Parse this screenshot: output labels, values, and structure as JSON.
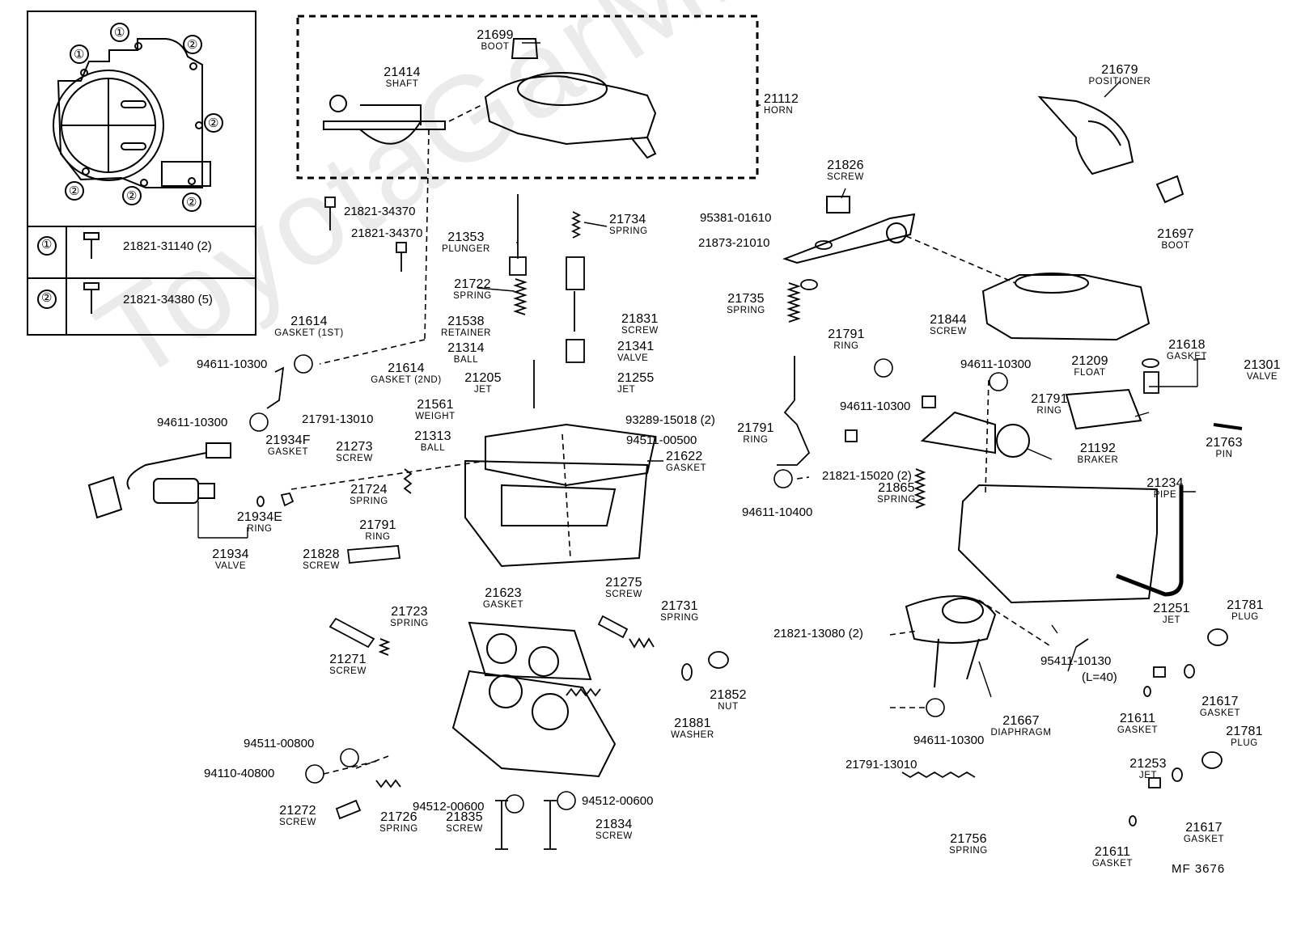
{
  "watermark": "ToyotaGarMine.ru",
  "drawing_code": "MF 3676",
  "inset": {
    "circle_1": "①",
    "circle_2": "②",
    "rows": [
      {
        "marker": "①",
        "part": "21821-31140 (2)"
      },
      {
        "marker": "②",
        "part": "21821-34380 (5)"
      }
    ]
  },
  "parts": {
    "p21699": {
      "num": "21699",
      "name": "BOOT"
    },
    "p21414": {
      "num": "21414",
      "name": "SHAFT"
    },
    "p21112": {
      "num": "21112",
      "name": "HORN"
    },
    "p21679": {
      "num": "21679",
      "name": "POSITIONER"
    },
    "p21697": {
      "num": "21697",
      "name": "BOOT"
    },
    "p21826": {
      "num": "21826",
      "name": "SCREW"
    },
    "p21353": {
      "num": "21353",
      "name": "PLUNGER"
    },
    "p21734": {
      "num": "21734",
      "name": "SPRING"
    },
    "p21722": {
      "num": "21722",
      "name": "SPRING"
    },
    "p21538": {
      "num": "21538",
      "name": "RETAINER"
    },
    "p21831": {
      "num": "21831",
      "name": "SCREW"
    },
    "p21314": {
      "num": "21314",
      "name": "BALL"
    },
    "p21341": {
      "num": "21341",
      "name": "VALVE"
    },
    "p21205": {
      "num": "21205",
      "name": "JET"
    },
    "p21255": {
      "num": "21255",
      "name": "JET"
    },
    "p21561": {
      "num": "21561",
      "name": "WEIGHT"
    },
    "p21313": {
      "num": "21313",
      "name": "BALL"
    },
    "p21614a": {
      "num": "21614",
      "name": "GASKET (1ST)"
    },
    "p21614b": {
      "num": "21614",
      "name": "GASKET (2ND)"
    },
    "p21735": {
      "num": "21735",
      "name": "SPRING"
    },
    "p21791a": {
      "num": "21791",
      "name": "RING"
    },
    "p21844": {
      "num": "21844",
      "name": "SCREW"
    },
    "p21618": {
      "num": "21618",
      "name": "GASKET"
    },
    "p21209": {
      "num": "21209",
      "name": "FLOAT"
    },
    "p21301": {
      "num": "21301",
      "name": "VALVE"
    },
    "p21791b": {
      "num": "21791",
      "name": "RING"
    },
    "p21791c": {
      "num": "21791",
      "name": "RING"
    },
    "p21192": {
      "num": "21192",
      "name": "BRAKER"
    },
    "p21763": {
      "num": "21763",
      "name": "PIN"
    },
    "p21234": {
      "num": "21234",
      "name": "PIPE"
    },
    "p21865": {
      "num": "21865",
      "name": "SPRING"
    },
    "p21934F": {
      "num": "21934F",
      "name": "GASKET"
    },
    "p21273": {
      "num": "21273",
      "name": "SCREW"
    },
    "p21622": {
      "num": "21622",
      "name": "GASKET"
    },
    "p21724": {
      "num": "21724",
      "name": "SPRING"
    },
    "p21934E": {
      "num": "21934E",
      "name": "RING"
    },
    "p21791d": {
      "num": "21791",
      "name": "RING"
    },
    "p21934": {
      "num": "21934",
      "name": "VALVE"
    },
    "p21828": {
      "num": "21828",
      "name": "SCREW"
    },
    "p21623": {
      "num": "21623",
      "name": "GASKET"
    },
    "p21275": {
      "num": "21275",
      "name": "SCREW"
    },
    "p21723": {
      "num": "21723",
      "name": "SPRING"
    },
    "p21731": {
      "num": "21731",
      "name": "SPRING"
    },
    "p21271": {
      "num": "21271",
      "name": "SCREW"
    },
    "p21852": {
      "num": "21852",
      "name": "NUT"
    },
    "p21881": {
      "num": "21881",
      "name": "WASHER"
    },
    "p21272": {
      "num": "21272",
      "name": "SCREW"
    },
    "p21726": {
      "num": "21726",
      "name": "SPRING"
    },
    "p21835": {
      "num": "21835",
      "name": "SCREW"
    },
    "p21834": {
      "num": "21834",
      "name": "SCREW"
    },
    "p21781a": {
      "num": "21781",
      "name": "PLUG"
    },
    "p21251": {
      "num": "21251",
      "name": "JET"
    },
    "p21617a": {
      "num": "21617",
      "name": "GASKET"
    },
    "p21611a": {
      "num": "21611",
      "name": "GASKET"
    },
    "p21667": {
      "num": "21667",
      "name": "DIAPHRAGM"
    },
    "p21781b": {
      "num": "21781",
      "name": "PLUG"
    },
    "p21253": {
      "num": "21253",
      "name": "JET"
    },
    "p21617b": {
      "num": "21617",
      "name": "GASKET"
    },
    "p21756": {
      "num": "21756",
      "name": "SPRING"
    },
    "p21611b": {
      "num": "21611",
      "name": "GASKET"
    }
  },
  "part_numbers": {
    "n1": "21821-34370",
    "n2": "21821-34370",
    "n3": "94611-10300",
    "n4": "94611-10300",
    "n5": "21791-13010",
    "n6": "95381-01610",
    "n7": "21873-21010",
    "n8": "94611-10300",
    "n9": "94611-10300",
    "n10": "93289-15018 (2)",
    "n11": "94511-00500",
    "n12": "21821-15020 (2)",
    "n13": "94611-10400",
    "n14": "21821-13080 (2)",
    "n15": "95411-10130",
    "n16": "(L=40)",
    "n17": "94611-10300",
    "n18": "21791-13010",
    "n19": "94511-00800",
    "n20": "94110-40800",
    "n21": "94512-00600",
    "n22": "94512-00600"
  }
}
